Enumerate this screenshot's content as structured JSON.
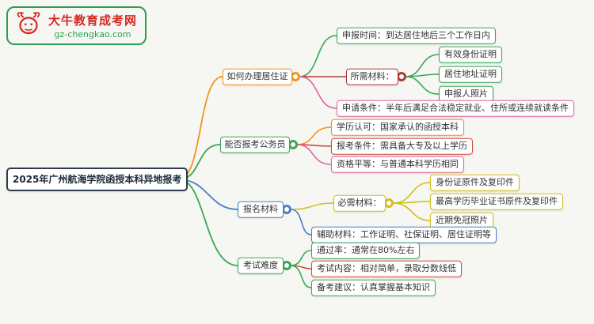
{
  "logo": {
    "site_name": "大牛教育成考网",
    "site_url": "gz-chengkao.com"
  },
  "root": {
    "label": "2025年广州航海学院函授本科异地报考"
  },
  "colors": {
    "orange": "#f0941d",
    "green": "#38a852",
    "dark_red": "#b03931",
    "red": "#d24a3b",
    "pink": "#e8609e",
    "blue": "#4a80c4",
    "yellow": "#cfc01c",
    "root_border": "#2f3b4d",
    "logo_red": "#d42a1e",
    "logo_green": "#2e9e4f",
    "background": "#f6f6f3"
  },
  "branches": [
    {
      "label": "如何办理居住证",
      "color": "#f0941d",
      "children": [
        {
          "label": "申报时间：到达居住地后三个工作日内",
          "color": "#38a852"
        },
        {
          "label": "所需材料：",
          "color": "#b03931",
          "children": [
            {
              "label": "有效身份证明",
              "color": "#38a852"
            },
            {
              "label": "居住地址证明",
              "color": "#38a852"
            },
            {
              "label": "申报人照片",
              "color": "#38a852"
            }
          ]
        },
        {
          "label": "申请条件：半年后满足合法稳定就业、住所或连续就读条件",
          "color": "#e8609e"
        }
      ]
    },
    {
      "label": "能否报考公务员",
      "color": "#38a852",
      "children": [
        {
          "label": "学历认可：国家承认的函授本科",
          "color": "#f0941d"
        },
        {
          "label": "报考条件：需具备大专及以上学历",
          "color": "#d24a3b"
        },
        {
          "label": "资格平等：与普通本科学历相同",
          "color": "#e8609e"
        }
      ]
    },
    {
      "label": "报名材料",
      "color": "#4a80c4",
      "children": [
        {
          "label": "必需材料：",
          "color": "#cfc01c",
          "children": [
            {
              "label": "身份证原件及复印件",
              "color": "#cfc01c"
            },
            {
              "label": "最高学历毕业证书原件及复印件",
              "color": "#cfc01c"
            },
            {
              "label": "近期免冠照片",
              "color": "#cfc01c"
            }
          ]
        },
        {
          "label": "辅助材料：工作证明、社保证明、居住证明等",
          "color": "#4a80c4"
        }
      ]
    },
    {
      "label": "考试难度",
      "color": "#38a852",
      "children": [
        {
          "label": "通过率：通常在80%左右",
          "color": "#38a852"
        },
        {
          "label": "考试内容：相对简单，录取分数线低",
          "color": "#d24a3b"
        },
        {
          "label": "备考建议：认真掌握基本知识",
          "color": "#38a852"
        }
      ]
    }
  ]
}
